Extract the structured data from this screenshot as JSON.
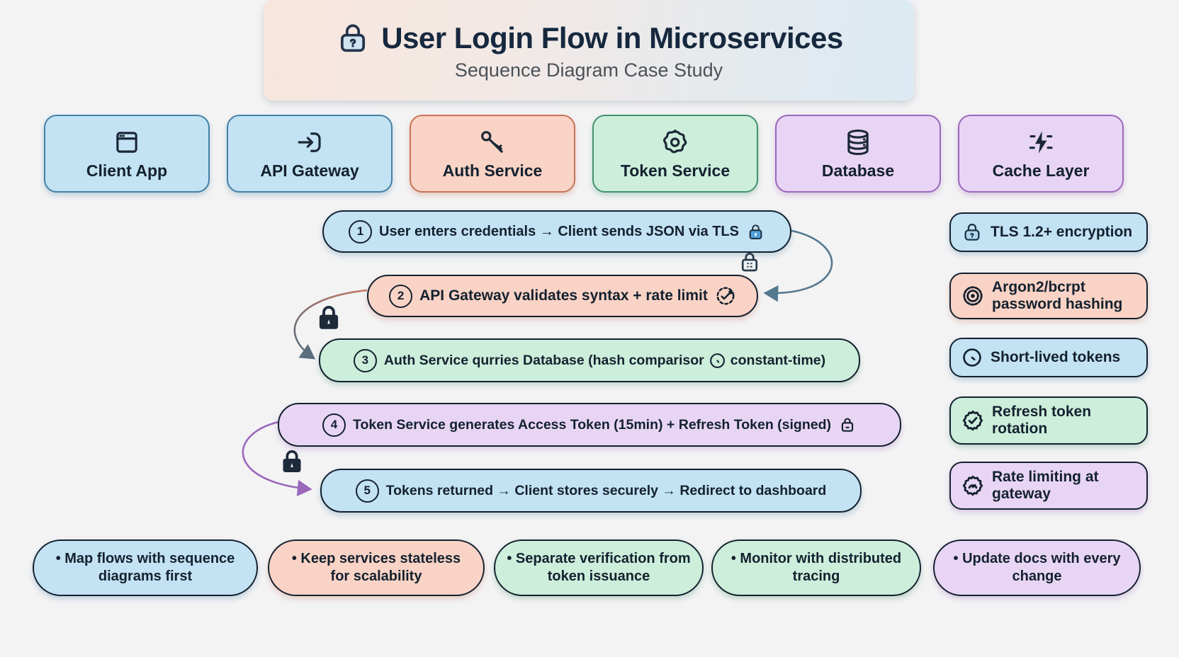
{
  "header": {
    "title": "User Login Flow in Microservices",
    "subtitle": "Sequence Diagram Case Study",
    "icon": "lock-icon"
  },
  "services": [
    {
      "label": "Client App",
      "icon": "browser-icon",
      "color": "blue"
    },
    {
      "label": "API Gateway",
      "icon": "login-arrow-icon",
      "color": "blue"
    },
    {
      "label": "Auth Service",
      "icon": "key-icon",
      "color": "peach"
    },
    {
      "label": "Token Service",
      "icon": "token-icon",
      "color": "green"
    },
    {
      "label": "Database",
      "icon": "database-icon",
      "color": "purple"
    },
    {
      "label": "Cache Layer",
      "icon": "lightning-icon",
      "color": "purple"
    }
  ],
  "steps": [
    {
      "number": "1",
      "text": "User enters credentials → Client sends JSON via TLS",
      "trailing_icon": "lock-icon",
      "color": "blue"
    },
    {
      "number": "2",
      "text": "API Gateway validates syntax + rate limit",
      "trailing_icon": "dashed-check-icon",
      "color": "peach"
    },
    {
      "number": "3",
      "text_before": "Auth Service qurries Database (hash comparisor",
      "mid_icon": "clock-icon",
      "text_after": "constant-time)",
      "color": "green"
    },
    {
      "number": "4",
      "text": "Token Service generates Access Token (15min) + Refresh Token (signed)",
      "trailing_icon": "lock-icon",
      "color": "purple"
    },
    {
      "number": "5",
      "text": "Tokens returned → Client stores securely → Redirect to dashboard",
      "color": "blue"
    }
  ],
  "arrows": [
    {
      "from": "step-1",
      "to": "step-2",
      "icon": "lock-icon",
      "color": "#54788e"
    },
    {
      "from": "step-2",
      "to": "step-3",
      "icon": "lock-icon",
      "color": "#cd7a60 → #5a6e7d"
    },
    {
      "from": "step-4",
      "to": "step-5",
      "icon": "lock-icon",
      "color": "#9a67bb"
    }
  ],
  "security_badges": [
    {
      "text": "TLS 1.2+ encryption",
      "icon": "lock-icon",
      "color": "blue"
    },
    {
      "text": "Argon2/bcrpt password hashing",
      "icon": "seal-icon",
      "color": "peach"
    },
    {
      "text": "Short-lived tokens",
      "icon": "clock-icon",
      "color": "blue"
    },
    {
      "text": "Refresh token rotation",
      "icon": "badge-check-icon",
      "color": "green"
    },
    {
      "text": "Rate limiting at gateway",
      "icon": "gauge-badge-icon",
      "color": "purple"
    }
  ],
  "tips": [
    {
      "text": "• Map flows with sequence diagrams first",
      "color": "blue"
    },
    {
      "text": "• Keep services stateless for scalability",
      "color": "peach"
    },
    {
      "text": "• Separate verification from token issuance",
      "color": "green"
    },
    {
      "text": "• Monitor with distributed tracing",
      "color": "green"
    },
    {
      "text": "• Update docs with every change",
      "color": "purple"
    }
  ],
  "colors": {
    "background": "#f3f3f4",
    "blue_fill": "#c3e2f3",
    "blue_border": "#4480a6",
    "peach_fill": "#f9d3c5",
    "peach_border": "#c8735a",
    "green_fill": "#cceedb",
    "green_border": "#43926c",
    "purple_fill": "#e8d5f5",
    "purple_border": "#9a67bb",
    "title_text": "#16283e",
    "body_text": "#14212f"
  }
}
